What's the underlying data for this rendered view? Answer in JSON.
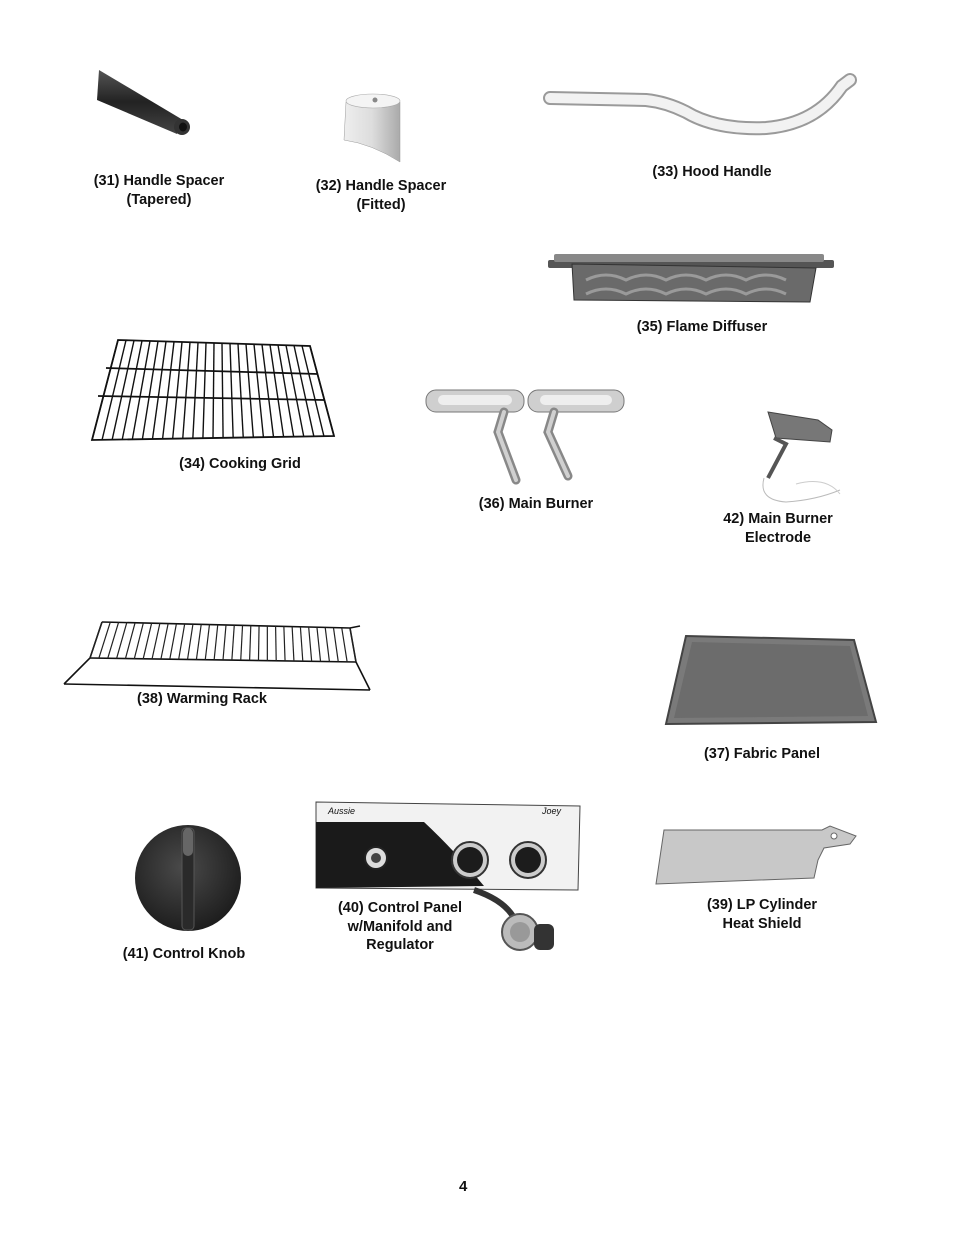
{
  "parts": {
    "p31": {
      "label": "(31) Handle Spacer\n(Tapered)"
    },
    "p32": {
      "label": "(32) Handle Spacer\n(Fitted)"
    },
    "p33": {
      "label": "(33) Hood Handle"
    },
    "p35": {
      "label": "(35) Flame Diffuser"
    },
    "p34": {
      "label": "(34) Cooking Grid"
    },
    "p36": {
      "label": "(36) Main Burner"
    },
    "p42": {
      "label": "42) Main Burner\nElectrode"
    },
    "p38": {
      "label": "(38) Warming Rack"
    },
    "p37": {
      "label": "(37) Fabric Panel"
    },
    "p41": {
      "label": "(41) Control Knob"
    },
    "p40": {
      "label": "(40) Control Panel\nw/Manifold and\nRegulator"
    },
    "p39": {
      "label": "(39) LP Cylinder\nHeat Shield"
    }
  },
  "control_panel": {
    "brand_left": "Aussie",
    "brand_right": "Joey"
  },
  "page_number": "4"
}
